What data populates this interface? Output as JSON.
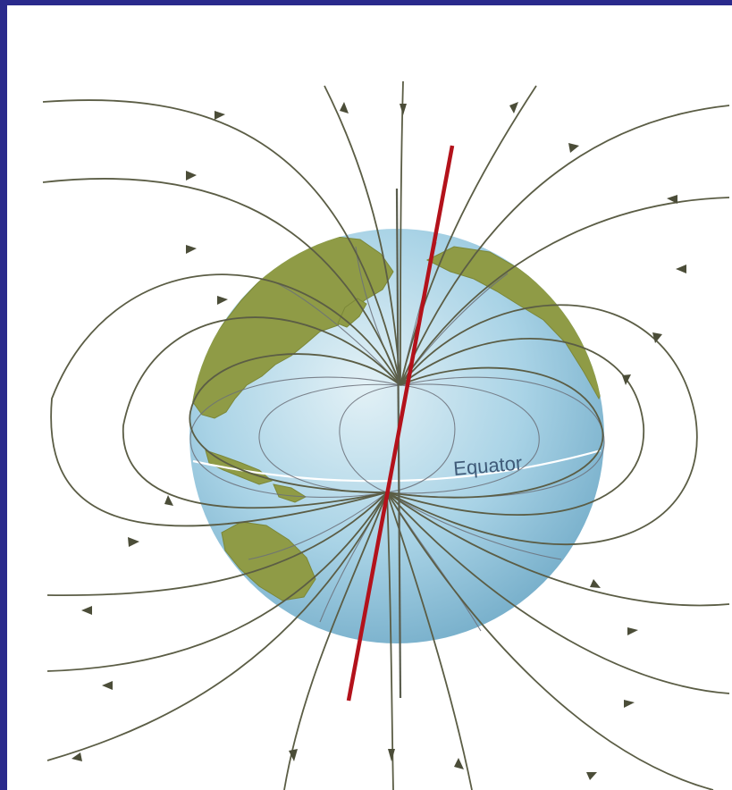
{
  "diagram": {
    "equator_label": "Equator",
    "colors": {
      "frame_border": "#2a2a8c",
      "background": "#ffffff",
      "ocean": "#a9d3e6",
      "land": "#8f9b46",
      "field_line": "#5b5d45",
      "magnetic_axis": "#b3121b",
      "equator_line": "#ffffff"
    },
    "elements": [
      "globe",
      "landmasses",
      "magnetic-field-lines",
      "field-direction-arrows",
      "rotation-axis",
      "magnetic-axis",
      "equator-line"
    ]
  }
}
